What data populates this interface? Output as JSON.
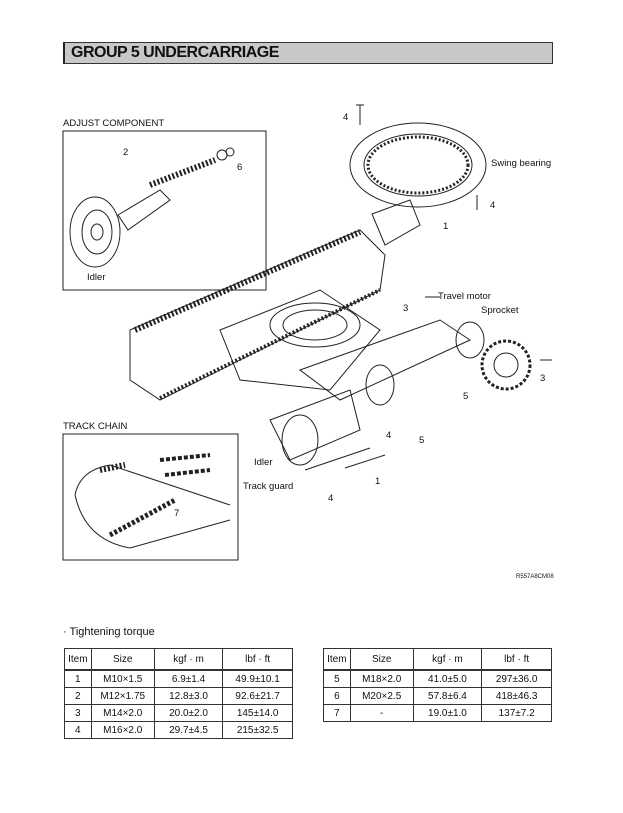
{
  "header": {
    "title": "GROUP  5  UNDERCARRIAGE"
  },
  "figure": {
    "adjust_component_title": "ADJUST COMPONENT",
    "track_chain_title": "TRACK CHAIN",
    "labels": {
      "swing_bearing": "Swing bearing",
      "travel_motor": "Travel motor",
      "sprocket": "Sprocket",
      "idler_main": "Idler",
      "track_guard": "Track guard",
      "idler_inset": "Idler"
    },
    "callouts": [
      "4",
      "4",
      "1",
      "3",
      "3",
      "5",
      "4",
      "5",
      "1",
      "4",
      "2",
      "6",
      "7"
    ],
    "reference_code": "R557A8CM08"
  },
  "torque": {
    "title": "· Tightening torque",
    "headers": [
      "Item",
      "Size",
      "kgf · m",
      "lbf · ft"
    ],
    "table1": [
      [
        "1",
        "M10×1.5",
        "6.9±1.4",
        "49.9±10.1"
      ],
      [
        "2",
        "M12×1.75",
        "12.8±3.0",
        "92.6±21.7"
      ],
      [
        "3",
        "M14×2.0",
        "20.0±2.0",
        "145±14.0"
      ],
      [
        "4",
        "M16×2.0",
        "29.7±4.5",
        "215±32.5"
      ]
    ],
    "table2": [
      [
        "5",
        "M18×2.0",
        "41.0±5.0",
        "297±36.0"
      ],
      [
        "6",
        "M20×2.5",
        "57.8±6.4",
        "418±46.3"
      ],
      [
        "7",
        "-",
        "19.0±1.0",
        "137±7.2"
      ]
    ]
  }
}
